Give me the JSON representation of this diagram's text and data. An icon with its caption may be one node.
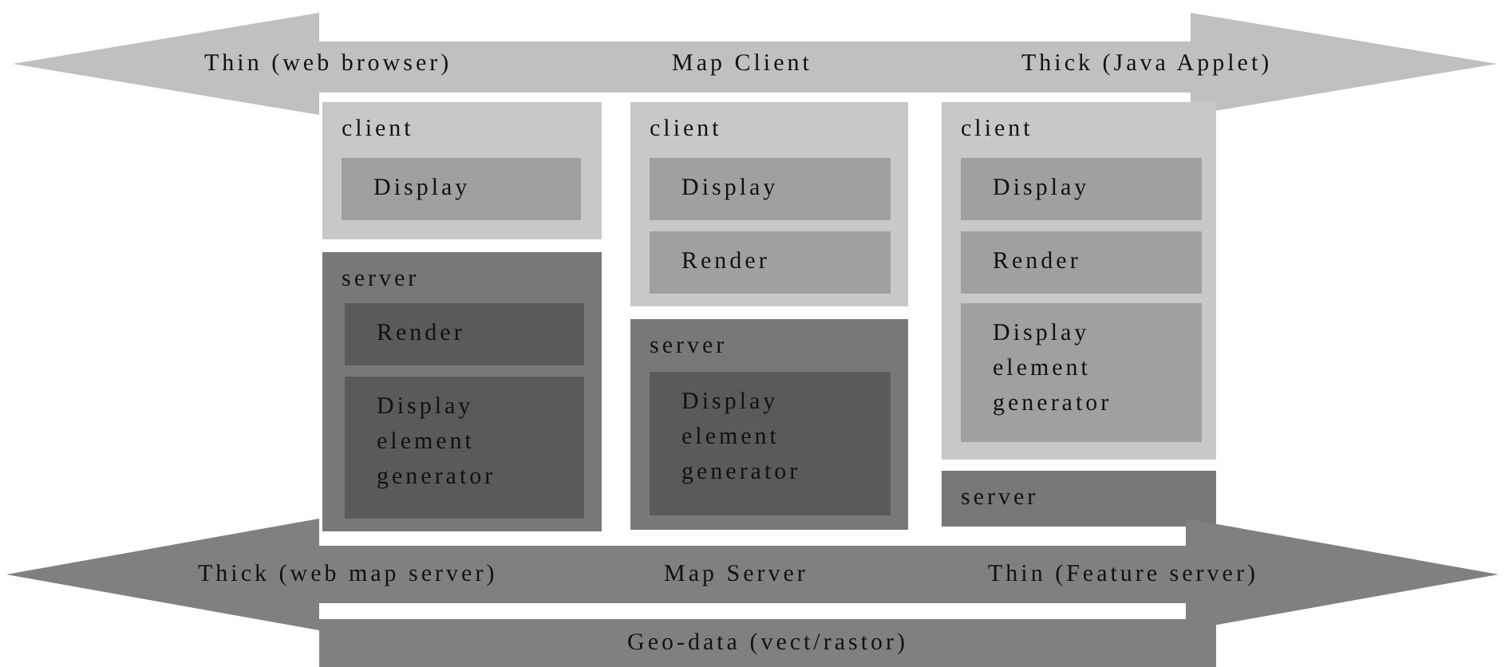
{
  "diagram": {
    "nodes": [
      {
        "text": [
          "Thin (web browser)",
          "Map Client",
          "Thick (Java Applet)"
        ]
      },
      {
        "text": [
          "client"
        ]
      },
      {
        "text": [
          "Display"
        ],
        "in": 1
      },
      {
        "text": [
          "server"
        ]
      },
      {
        "text": [
          "Render"
        ],
        "in": 3
      },
      {
        "text": [
          "Display element generator"
        ],
        "in": 3
      },
      {
        "text": [
          "client"
        ]
      },
      {
        "text": [
          "Display"
        ],
        "in": 6
      },
      {
        "text": [
          "Render"
        ],
        "in": 6
      },
      {
        "text": [
          "server"
        ]
      },
      {
        "text": [
          "Display element generator"
        ],
        "in": 9
      },
      {
        "text": [
          "client"
        ]
      },
      {
        "text": [
          "Display"
        ],
        "in": 11
      },
      {
        "text": [
          "Render"
        ],
        "in": 11
      },
      {
        "text": [
          "Display element generator"
        ],
        "in": 11
      },
      {
        "text": [
          "server"
        ]
      },
      {
        "text": [
          "Thick (web map server)",
          "Map Server",
          "Thin (Feature server)"
        ]
      },
      {
        "text": [
          "Geo-data (vect/rastor)"
        ]
      }
    ]
  }
}
